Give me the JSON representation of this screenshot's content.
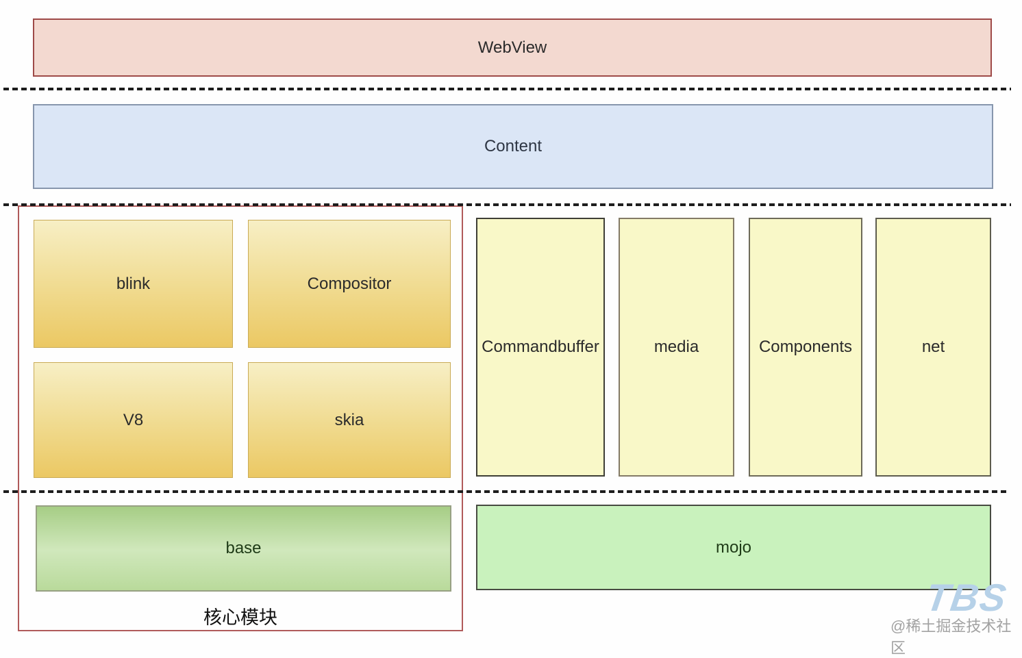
{
  "top_layers": {
    "webview": {
      "label": "WebView"
    },
    "content": {
      "label": "Content"
    }
  },
  "core_section": {
    "caption": "核心模块",
    "modules": [
      {
        "label": "blink"
      },
      {
        "label": "Compositor"
      },
      {
        "label": "V8"
      },
      {
        "label": "skia"
      }
    ],
    "base_label": "base"
  },
  "service_columns": [
    {
      "label": "Commandbuffer"
    },
    {
      "label": "media"
    },
    {
      "label": "Components"
    },
    {
      "label": "net"
    }
  ],
  "ipc_label": "mojo",
  "watermark": {
    "logo": "TBS",
    "credit": "@稀土掘金技术社区"
  },
  "colors": {
    "webview_fill": "#f3d9d0",
    "webview_border": "#9e4a48",
    "content_fill": "#dbe6f6",
    "content_border": "#8796ad",
    "core_outline": "#b05a5a",
    "gold_gradient_top": "#f7efc5",
    "gold_gradient_bottom": "#ebc863",
    "gold_border": "#c9aa55",
    "service_fill": "#f9f8c8",
    "service_border": "#56554a",
    "base_gradient_top": "#a6cd85",
    "base_gradient_mid": "#d0e8bc",
    "base_gradient_bottom": "#b9da9b",
    "base_border": "#97a083",
    "mojo_fill": "#c9f2bd",
    "mojo_border": "#474b41",
    "dash_color": "#1d1d1d",
    "watermark_blue": "#b6d1e8",
    "credit_gray": "#a2a2a2"
  }
}
